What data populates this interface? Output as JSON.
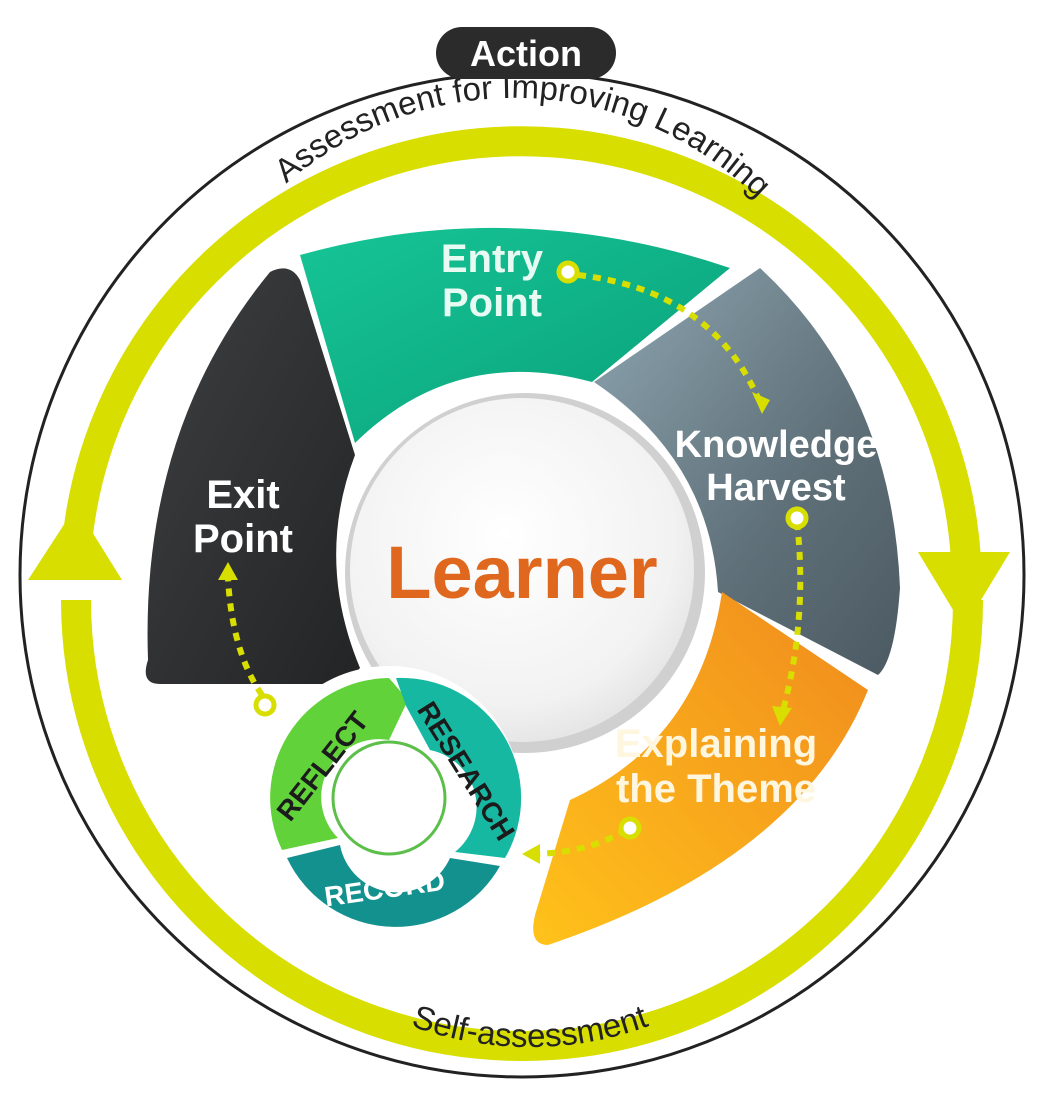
{
  "action_label": "Action",
  "outer_ring": {
    "top_text": "Assessment for Improving Learning",
    "bottom_text": "Self-assessment"
  },
  "center": {
    "label": "Learner"
  },
  "stages": {
    "entry_point": {
      "line1": "Entry",
      "line2": "Point"
    },
    "knowledge_harvest": {
      "line1": "Knowledge",
      "line2": "Harvest"
    },
    "explaining_theme": {
      "line1": "Explaining",
      "line2": "the Theme"
    },
    "exit_point": {
      "line1": "Exit",
      "line2": "Point"
    }
  },
  "mini_cycle": {
    "reflect": "REFLECT",
    "research": "RESEARCH",
    "record": "RECORD"
  },
  "colors": {
    "ring_yellow": "#d7de00",
    "entry_green": "#12b98b",
    "knowledge_grey": "#63737d",
    "explain_orange": "#f5a21a",
    "exit_black": "#333436",
    "learner_orange": "#e0681e",
    "reflect_green": "#62d23a",
    "research_teal": "#17b8a2",
    "record_teal": "#13918f"
  }
}
